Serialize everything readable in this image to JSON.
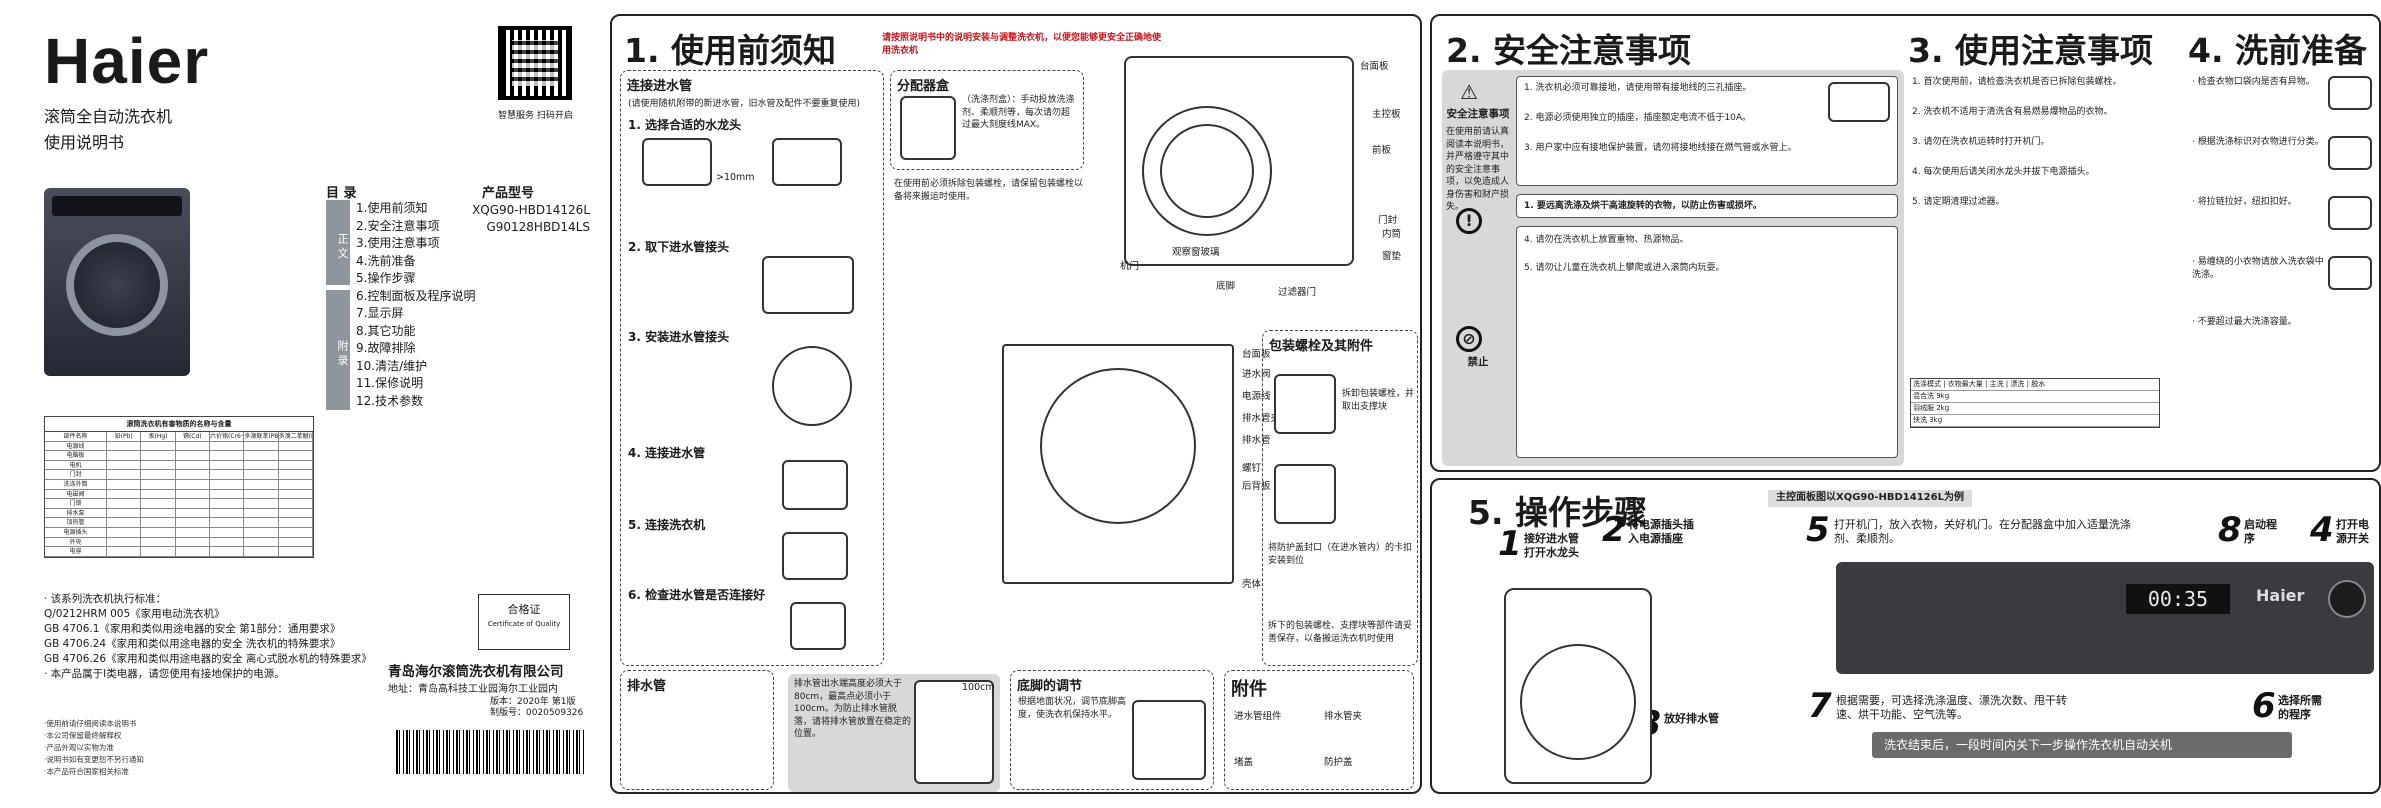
{
  "cover": {
    "brand": "Haier",
    "title_line1": "滚筒全自动洗衣机",
    "title_line2": "使用说明书",
    "qr_caption": "智慧服务 扫码开启",
    "toc_title": "目 录",
    "model_title": "产品型号",
    "models": [
      "XQG90-HBD14126L",
      "G90128HBD14LS"
    ],
    "toc_group1": "正 文",
    "toc_group2": "附 录",
    "toc": [
      "1.使用前须知",
      "2.安全注意事项",
      "3.使用注意事项",
      "4.洗前准备",
      "5.操作步骤",
      "6.控制面板及程序说明",
      "7.显示屏",
      "8.其它功能",
      "9.故障排除",
      "10.清洁/维护",
      "11.保修说明",
      "12.技术参数"
    ],
    "hazard_title": "滚筒洗衣机有害物质的名称与含量",
    "hazard_header": [
      "部件名称",
      "铅(Pb)",
      "汞(Hg)",
      "镉(Cd)",
      "六价铬(Cr6+)",
      "多溴联苯(PBB)",
      "多溴二苯醚(PBDE)"
    ],
    "hazard_rows": [
      "电源线",
      "电脑板",
      "电机",
      "门封",
      "洗涤外筒",
      "电磁阀",
      "门锁",
      "排水泵",
      "加热管",
      "电源插头",
      "外壳",
      "电容"
    ],
    "standards_title": "· 该系列洗衣机执行标准：",
    "standards": [
      "Q/0212HRM 005《家用电动洗衣机》",
      "GB 4706.1《家用和类似用途电器的安全 第1部分：通用要求》",
      "GB 4706.24《家用和类似用途电器的安全 洗衣机的特殊要求》",
      "GB 4706.26《家用和类似用途电器的安全 离心式脱水机的特殊要求》",
      "· 本产品属于Ⅰ类电器，请您使用有接地保护的电源。"
    ],
    "cert_title": "合格证",
    "cert_sub": "Certificate of Quality",
    "company": "青岛海尔滚筒洗衣机有限公司",
    "address": "地址：青岛高科技工业园海尔工业园内",
    "version_lines": [
      "版本：2020年 第1版",
      "制版号：0020509326"
    ],
    "notes": [
      "·使用前请仔细阅读本说明书",
      "·本公司保留最终解释权",
      "·产品外观以实物为准",
      "·说明书如有变更恕不另行通知",
      "·本产品符合国家相关标准"
    ]
  },
  "s1": {
    "title": "1. 使用前须知",
    "subtitle_red": "请按照说明书中的说明安装与调整洗衣机，以便您能够更安全正确地使用洗衣机",
    "hose_title": "连接进水管",
    "hose_note": "(请使用随机附带的新进水管，旧水管及配件不要重复使用)",
    "step1": "1. 选择合适的水龙头",
    "step1_label": ">10mm",
    "step2": "2. 取下进水管接头",
    "step3": "3. 安装进水管接头",
    "step4": "4. 连接进水管",
    "step5": "5. 连接洗衣机",
    "step6": "6. 检查进水管是否连接好",
    "dispenser": "分配器盒",
    "dispenser_text": "（洗涤剂盒）：手动投放洗涤剂、柔顺剂等，每次请勿超过最大刻度线MAX。",
    "parts": [
      "台面板",
      "主控板",
      "前板",
      "门封",
      "观察窗玻璃",
      "机门",
      "底脚",
      "过滤器门",
      "内筒",
      "窗垫"
    ],
    "back_parts": [
      "台面板",
      "进水阀",
      "电源线",
      "排水管夹",
      "排水管",
      "螺钉",
      "后背板",
      "壳体"
    ],
    "bolts_title": "包装螺栓及其附件",
    "bolts_text": "在使用前必须拆除包装螺栓，请保留包装螺栓以备将来搬运时使用。",
    "bolts_caption": "拆下的包装螺栓、支撑块等部件请妥善保存，以备搬运洗衣机时使用",
    "bolt_step1": "拆卸包装螺栓，并取出支撑块",
    "bolt_step2": "将防护盖封口（在进水管内）的卡扣安装到位",
    "drain": "排水管",
    "drain_text": "排水管出水端高度必须大于80cm，最高点必须小于100cm。为防止排水管脱落，请将排水管放置在稳定的位置。",
    "drain_label": "100cm",
    "feet": "底脚的调节",
    "feet_text": "根据地面状况，调节底脚高度，使洗衣机保持水平。",
    "accessories": "附件",
    "acc_items": [
      "进水管组件",
      "排水管夹",
      "堵盖",
      "防护盖"
    ]
  },
  "s2": {
    "title": "2. 安全注意事项",
    "warn_label": "安全注意事项",
    "warn_text": "在使用前请认真阅读本说明书，并严格遵守其中的安全注意事项，以免造成人身伤害和财产损失。",
    "prohibit_label": "禁止",
    "items": [
      "1. 洗衣机必须可靠接地，请使用带有接地线的三孔插座。",
      "2. 电源必须使用独立的插座，插座额定电流不低于10A。",
      "3. 用户家中应有接地保护装置，请勿将接地线接在燃气管或水管上。",
      "4. 请勿在洗衣机上放置重物、热源物品。",
      "5. 请勿让儿童在洗衣机上攀爬或进入滚筒内玩耍。"
    ],
    "highlight": "1. 要远离洗涤及烘干高速旋转的衣物，以防止伤害或损坏。",
    "title3": "3. 使用注意事项",
    "items3": [
      "1. 首次使用前，请检查洗衣机是否已拆除包装螺栓。",
      "2. 洗衣机不适用于清洗含有易燃易爆物品的衣物。",
      "3. 请勿在洗衣机运转时打开机门。",
      "4. 每次使用后请关闭水龙头并拔下电源插头。",
      "5. 请定期清理过滤器。"
    ],
    "table_header": [
      "洗涤模式",
      "衣物最大量",
      "主洗",
      "漂洗",
      "脱水"
    ],
    "table_rows": [
      "混合洗  9kg",
      "羽绒服  2kg",
      "快洗    3kg"
    ],
    "title4": "4. 洗前准备",
    "items4": [
      "· 检查衣物口袋内是否有异物。",
      "· 根据洗涤标识对衣物进行分类。",
      "· 将拉链拉好，纽扣扣好。",
      "· 易缠绕的小衣物请放入洗衣袋中洗涤。",
      "· 不要超过最大洗涤容量。"
    ]
  },
  "s5": {
    "title": "5. 操作步骤",
    "model_note": "主控面板图以XQG90-HBD14126L为例",
    "steps": [
      {
        "n": "1",
        "t": "接好进水管 打开水龙头"
      },
      {
        "n": "2",
        "t": "将电源插头插入电源插座"
      },
      {
        "n": "3",
        "t": "放好排水管"
      },
      {
        "n": "4",
        "t": "打开电源开关"
      },
      {
        "n": "5",
        "t": "打开机门，放入衣物，关好机门。在分配器盒中加入适量洗涤剂、柔顺剂。"
      },
      {
        "n": "6",
        "t": "选择所需的程序"
      },
      {
        "n": "7",
        "t": "根据需要，可选择洗涤温度、漂洗次数、甩干转速、烘干功能、空气洗等。"
      },
      {
        "n": "8",
        "t": "启动程序"
      }
    ],
    "display": "00:35",
    "panel_logo": "Haier",
    "finish": "洗衣结束后，一段时间内关下一步操作洗衣机自动关机"
  }
}
